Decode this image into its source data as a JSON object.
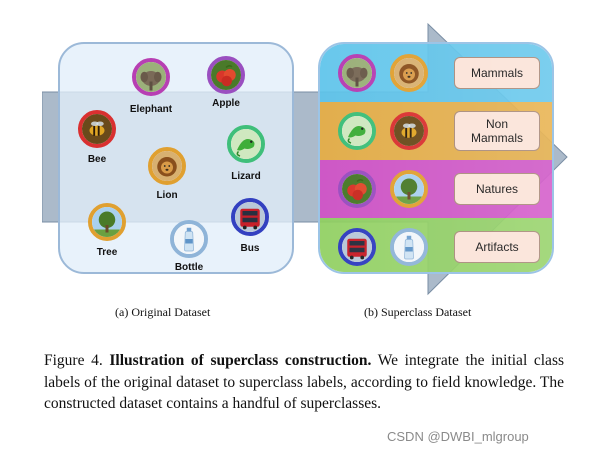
{
  "original": {
    "caption": "(a) Original Dataset",
    "items": [
      {
        "label": "Elephant",
        "icon": "elephant-icon",
        "ring": "#b73fb3"
      },
      {
        "label": "Apple",
        "icon": "apple-icon",
        "ring": "#9a4fc0"
      },
      {
        "label": "Bee",
        "icon": "bee-icon",
        "ring": "#d93030"
      },
      {
        "label": "Lizard",
        "icon": "lizard-icon",
        "ring": "#3fbf7a"
      },
      {
        "label": "Lion",
        "icon": "lion-icon",
        "ring": "#e0a030"
      },
      {
        "label": "Tree",
        "icon": "tree-icon",
        "ring": "#e0a030"
      },
      {
        "label": "Bottle",
        "icon": "bottle-icon",
        "ring": "#8fb4d8"
      },
      {
        "label": "Bus",
        "icon": "bus-icon",
        "ring": "#3340c0"
      }
    ]
  },
  "superclass": {
    "caption": "(b) Superclass Dataset",
    "rows": [
      {
        "label": "Mammals",
        "color": "#5cc3ea",
        "icons": [
          "elephant-icon",
          "lion-icon"
        ]
      },
      {
        "label": "Non Mammals",
        "color": "#e6ac42",
        "icons": [
          "lizard-icon",
          "bee-icon"
        ]
      },
      {
        "label": "Natures",
        "color": "#d04fc6",
        "icons": [
          "apple-icon",
          "tree-icon"
        ]
      },
      {
        "label": "Artifacts",
        "color": "#8fcf5f",
        "icons": [
          "bus-icon",
          "bottle-icon"
        ]
      }
    ]
  },
  "figure": {
    "label": "Figure 4.",
    "title": "Illustration of superclass construction.",
    "text": "We integrate the initial class labels of the original dataset to superclass labels, according to field knowledge. The constructed dataset contains a handful of superclasses."
  },
  "watermark": "CSDN @DWBI_mlgroup"
}
